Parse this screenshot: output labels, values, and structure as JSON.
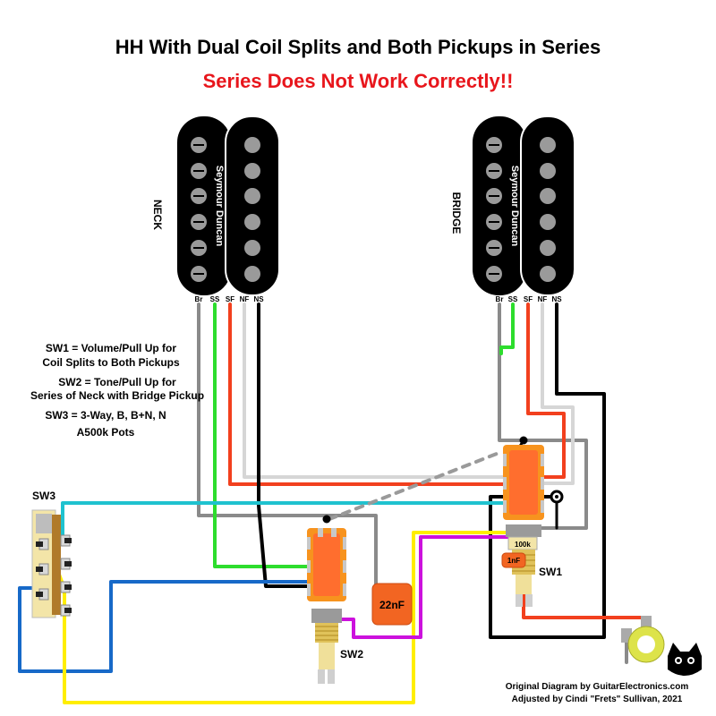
{
  "title": "HH With Dual Coil Splits and Both Pickups in Series",
  "subtitle": "Series Does Not Work Correctly!!",
  "pickups": {
    "neck": {
      "name": "NECK",
      "brand": "Seymour Duncan",
      "leads": [
        "Br",
        "SS",
        "SF",
        "NF",
        "NS"
      ]
    },
    "bridge": {
      "name": "BRIDGE",
      "brand": "Seymour Duncan",
      "leads": [
        "Br",
        "SS",
        "SF",
        "NF",
        "NS"
      ]
    }
  },
  "notes": {
    "sw1_line1": "SW1 = Volume/Pull Up for",
    "sw1_line2": "Coil Splits to Both Pickups",
    "sw2_line1": "SW2 = Tone/Pull Up for",
    "sw2_line2": "Series of Neck with Bridge Pickup",
    "sw3": "SW3 = 3-Way, B, B+N, N",
    "pots": "A500k Pots"
  },
  "components": {
    "sw1": "SW1",
    "sw2": "SW2",
    "sw3": "SW3",
    "cap_tone": "22nF",
    "cap_treble": "1nF",
    "res_treble": "100k"
  },
  "credits": {
    "line1": "Original Diagram by GuitarElectronics.com",
    "line2": "Adjusted by Cindi \"Frets\" Sullivan, 2021"
  },
  "colors": {
    "red": "#f2401e",
    "green": "#2ddd2d",
    "black": "#000000",
    "white_wire": "#d6d6d6",
    "bare": "#8a8a8a",
    "cyan": "#1fc2cf",
    "blue": "#1769c8",
    "yellow": "#ffee00",
    "purple": "#cc11dd",
    "pot_orange": "#f7931e",
    "title_red": "#e8161c"
  }
}
